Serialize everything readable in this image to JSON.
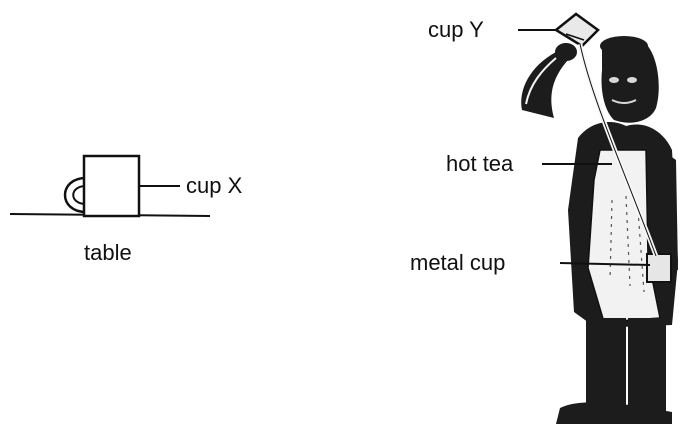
{
  "left_figure": {
    "cup_label": "cup X",
    "table_label": "table"
  },
  "right_figure": {
    "labels": {
      "cup_y": "cup Y",
      "hot_tea": "hot tea",
      "metal_cup": "metal cup"
    }
  },
  "colors": {
    "ink": "#111111",
    "figure_fill": "#1c1c1c",
    "apron": "#f2f2f2",
    "background": "#ffffff"
  }
}
